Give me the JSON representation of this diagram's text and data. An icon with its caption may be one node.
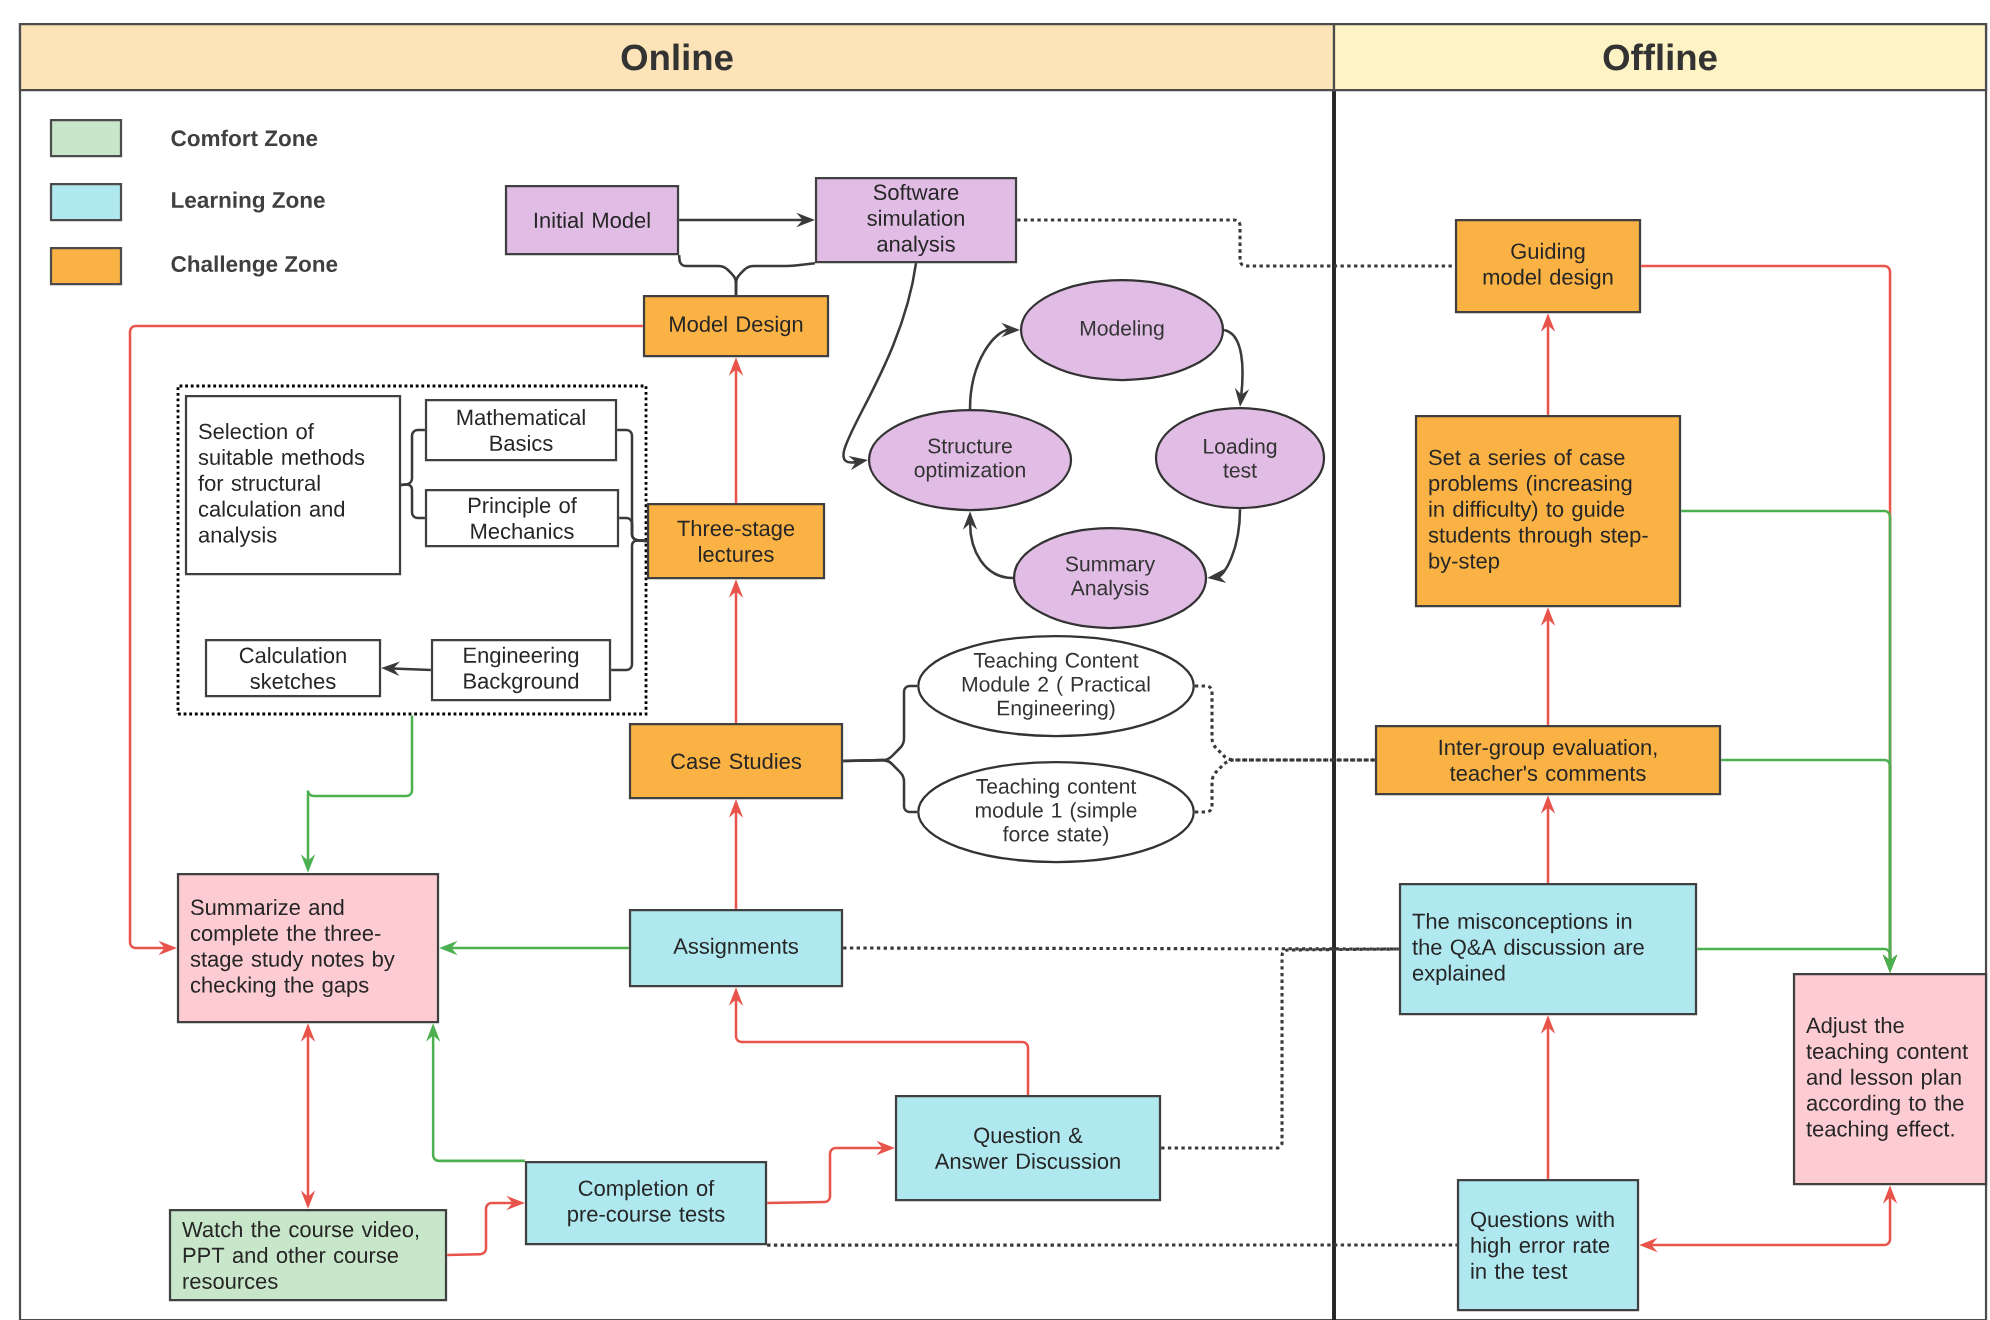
{
  "diagram": {
    "nodes": [
      {
        "text": [
          "Online"
        ]
      },
      {
        "text": [
          "Offline"
        ]
      },
      {
        "text": [
          "Initial Model"
        ]
      },
      {
        "text": [
          "Software simulation analysis"
        ]
      },
      {
        "text": [
          "Model Design"
        ]
      },
      {
        "text": [
          "Modeling"
        ]
      },
      {
        "text": [
          "Loading test"
        ]
      },
      {
        "text": [
          "Summary Analysis"
        ]
      },
      {
        "text": [
          "Structure optimization"
        ]
      },
      {
        "text": [],
        "shape": "box"
      },
      {
        "text": [
          "Selection of suitable methods for structural calculation and analysis"
        ],
        "in": 9
      },
      {
        "text": [
          "Mathematical Basics"
        ],
        "in": 9
      },
      {
        "text": [
          "Principle of Mechanics"
        ],
        "in": 9
      },
      {
        "text": [
          "Calculation sketches"
        ],
        "in": 9
      },
      {
        "text": [
          "Engineering Background"
        ],
        "in": 9
      },
      {
        "text": [
          "Three-stage lectures"
        ]
      },
      {
        "text": [
          "Case Studies"
        ]
      },
      {
        "text": [
          "Teaching Content Module 2 ( Practical Engineering)"
        ]
      },
      {
        "text": [
          "Teaching content module 1 (simple force state)"
        ]
      },
      {
        "text": [
          "Summarize and complete the three-stage study notes by checking the gaps"
        ]
      },
      {
        "text": [
          "Assignments"
        ]
      },
      {
        "text": [
          "Question & Answer Discussion"
        ]
      },
      {
        "text": [
          "Watch the course video, PPT and other course resources"
        ]
      },
      {
        "text": [
          "Completion of pre-course tests"
        ]
      },
      {
        "text": [
          "Guiding model design"
        ]
      },
      {
        "text": [
          "Set a series of case problems (increasing in difficulty) to guide students through step-by-step"
        ]
      },
      {
        "text": [
          "Inter-group evaluation, teacher's comments"
        ]
      },
      {
        "text": [
          "The misconceptions in the Q&A discussion are explained"
        ]
      },
      {
        "text": [
          "Adjust the teaching content and lesson plan according to the teaching effect."
        ]
      },
      {
        "text": [
          "Questions with high error rate in the test"
        ]
      }
    ],
    "edges": [
      {
        "from": 2,
        "to": 3,
        "arrow": "to"
      },
      {
        "from": 2,
        "to": 4,
        "arrow": "none"
      },
      {
        "from": 3,
        "to": 4,
        "arrow": "none"
      },
      {
        "from": 3,
        "to": 8,
        "arrow": "to"
      },
      {
        "from": 5,
        "to": 6,
        "arrow": "to"
      },
      {
        "from": 6,
        "to": 7,
        "arrow": "to"
      },
      {
        "from": 7,
        "to": 8,
        "arrow": "to"
      },
      {
        "from": 8,
        "to": 5,
        "arrow": "to"
      },
      {
        "from": 15,
        "to": 4,
        "arrow": "to",
        "color": "#e8534a"
      },
      {
        "from": 16,
        "to": 15,
        "arrow": "to",
        "color": "#e8534a"
      },
      {
        "from": 20,
        "to": 16,
        "arrow": "to",
        "color": "#e8534a"
      },
      {
        "from": 4,
        "to": 19,
        "arrow": "to",
        "color": "#e8534a"
      },
      {
        "from": 9,
        "to": 19,
        "arrow": "to",
        "color": "#4caf50"
      },
      {
        "from": 20,
        "to": 19,
        "arrow": "to",
        "color": "#4caf50"
      },
      {
        "from": 23,
        "to": 19,
        "arrow": "to",
        "color": "#4caf50"
      },
      {
        "from": 19,
        "to": 22,
        "arrow": "both",
        "color": "#e8534a"
      },
      {
        "from": 22,
        "to": 23,
        "arrow": "to",
        "color": "#e8534a"
      },
      {
        "from": 23,
        "to": 21,
        "arrow": "to",
        "color": "#e8534a"
      },
      {
        "from": 21,
        "to": 20,
        "arrow": "to",
        "color": "#e8534a"
      },
      {
        "from": 15,
        "to": 11,
        "arrow": "none"
      },
      {
        "from": 15,
        "to": 12,
        "arrow": "none"
      },
      {
        "from": 15,
        "to": 14,
        "arrow": "none"
      },
      {
        "from": 10,
        "to": 11,
        "arrow": "none"
      },
      {
        "from": 10,
        "to": 12,
        "arrow": "none"
      },
      {
        "from": 14,
        "to": 13,
        "arrow": "to"
      },
      {
        "from": 3,
        "to": 24,
        "arrow": "none",
        "style": "dashed"
      },
      {
        "from": 16,
        "to": 17,
        "arrow": "none"
      },
      {
        "from": 16,
        "to": 18,
        "arrow": "none"
      },
      {
        "from": 17,
        "to": 26,
        "arrow": "none",
        "style": "dashed"
      },
      {
        "from": 18,
        "to": 26,
        "arrow": "none",
        "style": "dashed"
      },
      {
        "from": 20,
        "to": 27,
        "arrow": "none",
        "style": "dashed"
      },
      {
        "from": 21,
        "to": 27,
        "arrow": "none",
        "style": "dashed"
      },
      {
        "from": 23,
        "to": 29,
        "arrow": "none",
        "style": "dashed"
      },
      {
        "from": 25,
        "to": 24,
        "arrow": "to",
        "color": "#e8534a"
      },
      {
        "from": 26,
        "to": 25,
        "arrow": "to",
        "color": "#e8534a"
      },
      {
        "from": 27,
        "to": 26,
        "arrow": "to",
        "color": "#e8534a"
      },
      {
        "from": 29,
        "to": 27,
        "arrow": "to",
        "color": "#e8534a"
      },
      {
        "from": 24,
        "to": 28,
        "arrow": "to",
        "color": "#e8534a"
      },
      {
        "from": 25,
        "to": 28,
        "arrow": "to",
        "color": "#4caf50"
      },
      {
        "from": 26,
        "to": 28,
        "arrow": "to",
        "color": "#4caf50"
      },
      {
        "from": 27,
        "to": 28,
        "arrow": "to",
        "color": "#4caf50"
      },
      {
        "from": 29,
        "to": 28,
        "arrow": "both",
        "color": "#e8534a"
      }
    ],
    "legend": [
      {
        "text": "Comfort Zone",
        "color": "#c8e6c9"
      },
      {
        "text": "Learning Zone",
        "color": "#b0e8f0"
      },
      {
        "text": "Challenge Zone",
        "color": "#fbb244"
      }
    ]
  }
}
